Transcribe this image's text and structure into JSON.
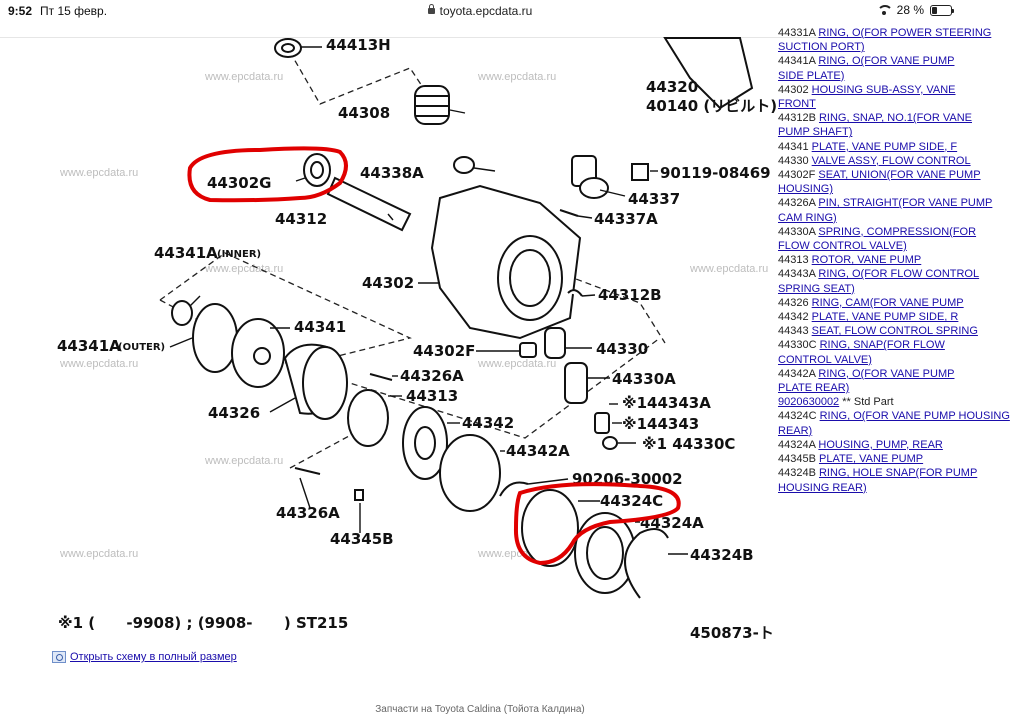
{
  "status_bar": {
    "time": "9:52",
    "date": "Пт 15 февр.",
    "url": "toyota.epcdata.ru",
    "battery": "28 %",
    "battery_level": 0.28
  },
  "diagram": {
    "watermark": "www.epcdata.ru",
    "labels": {
      "p44413H": "44413H",
      "p44308": "44308",
      "p44320": "44320",
      "p40140": "40140 (リビルト)",
      "p44338A": "44338A",
      "p44302G": "44302G",
      "p44312": "44312",
      "p90119": "90119-08469",
      "p44337": "44337",
      "p44337A": "44337A",
      "p44341A_inner": "44341A",
      "inner_note": "(INNER)",
      "p44302": "44302",
      "p44312B": "44312B",
      "p44341": "44341",
      "p44341A_outer": "44341A",
      "outer_note": "(OUTER)",
      "p44302F": "44302F",
      "p44330": "44330",
      "p44326A_1": "44326A",
      "p44330A": "44330A",
      "p44313": "44313",
      "p144343A": "※144343A",
      "p44326": "44326",
      "p44342": "44342",
      "p144343": "※144343",
      "p44342A": "44342A",
      "p144330C": "※1 44330C",
      "p90206": "90206-30002",
      "p44324C": "44324C",
      "p44324A": "44324A",
      "p44326A_2": "44326A",
      "p44345B": "44345B",
      "p44324B": "44324B",
      "note": "※1 (      -9908) ; (9908-      ) ST215",
      "code": "450873-ト"
    },
    "highlight_color": "#e00000"
  },
  "parts_list": [
    {
      "code": "44331A",
      "desc": "RING, O(FOR POWER STEERING"
    },
    {
      "code": "",
      "desc": "SUCTION PORT)"
    },
    {
      "code": "44341A",
      "desc": "RING, O(FOR VANE PUMP"
    },
    {
      "code": "",
      "desc": "SIDE PLATE)"
    },
    {
      "code": "44302",
      "desc": "HOUSING SUB-ASSY, VANE"
    },
    {
      "code": "",
      "desc": "FRONT"
    },
    {
      "code": "44312B",
      "desc": "RING, SNAP, NO.1(FOR VANE"
    },
    {
      "code": "",
      "desc": "PUMP SHAFT)"
    },
    {
      "code": "44341",
      "desc": "PLATE, VANE PUMP SIDE, F"
    },
    {
      "code": "44330",
      "desc": "VALVE ASSY, FLOW CONTROL"
    },
    {
      "code": "44302F",
      "desc": "SEAT, UNION(FOR VANE PUMP"
    },
    {
      "code": "",
      "desc": "HOUSING)"
    },
    {
      "code": "44326A",
      "desc": "PIN, STRAIGHT(FOR VANE PUMP"
    },
    {
      "code": "",
      "desc": "CAM RING)"
    },
    {
      "code": "44330A",
      "desc": "SPRING, COMPRESSION(FOR"
    },
    {
      "code": "",
      "desc": "FLOW CONTROL VALVE)"
    },
    {
      "code": "44313",
      "desc": "ROTOR, VANE PUMP"
    },
    {
      "code": "44343A",
      "desc": "RING, O(FOR FLOW CONTROL"
    },
    {
      "code": "",
      "desc": "SPRING SEAT)"
    },
    {
      "code": "44326",
      "desc": "RING, CAM(FOR VANE PUMP"
    },
    {
      "code": "44342",
      "desc": "PLATE, VANE PUMP SIDE, R"
    },
    {
      "code": "44343",
      "desc": "SEAT, FLOW CONTROL SPRING"
    },
    {
      "code": "44330C",
      "desc": "RING, SNAP(FOR FLOW"
    },
    {
      "code": "",
      "desc": "CONTROL VALVE)"
    },
    {
      "code": "44342A",
      "desc": "RING, O(FOR VANE PUMP"
    },
    {
      "code": "",
      "desc": "PLATE REAR)"
    },
    {
      "code": "",
      "desc": "9020630002",
      "suffix": " ** Std Part"
    },
    {
      "code": "44324C",
      "desc": "RING, O(FOR VANE PUMP HOUSING"
    },
    {
      "code": "",
      "desc": "REAR)"
    },
    {
      "code": "44324A",
      "desc": "HOUSING, PUMP, REAR"
    },
    {
      "code": "44345B",
      "desc": "PLATE, VANE PUMP"
    },
    {
      "code": "44324B",
      "desc": "RING, HOLE SNAP(FOR PUMP"
    },
    {
      "code": "",
      "desc": "HOUSING REAR)"
    }
  ],
  "fullsize_link": "Открыть схему в полный размер",
  "footer": "Запчасти на Toyota Caldina (Тойота Калдина)"
}
